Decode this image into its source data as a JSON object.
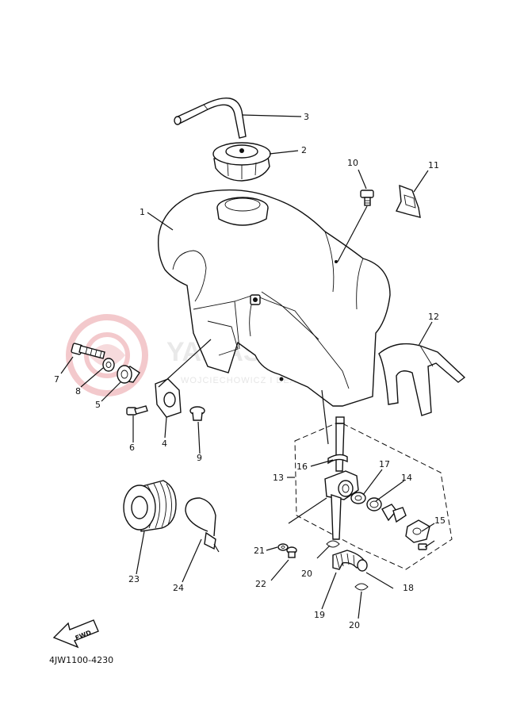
{
  "diagram": {
    "catalog_code": "4JW1100-4230",
    "fwd_label": "FWD",
    "watermark": {
      "main": "YAMASKLEP.PL",
      "sub": "WOJCIECHOWICZ I DEALER YAMAHA"
    },
    "callouts": [
      {
        "id": "c1",
        "label": "1"
      },
      {
        "id": "c2",
        "label": "2"
      },
      {
        "id": "c3",
        "label": "3"
      },
      {
        "id": "c4",
        "label": "4"
      },
      {
        "id": "c5",
        "label": "5"
      },
      {
        "id": "c6",
        "label": "6"
      },
      {
        "id": "c7",
        "label": "7"
      },
      {
        "id": "c8",
        "label": "8"
      },
      {
        "id": "c9",
        "label": "9"
      },
      {
        "id": "c10",
        "label": "10"
      },
      {
        "id": "c11",
        "label": "11"
      },
      {
        "id": "c12",
        "label": "12"
      },
      {
        "id": "c13",
        "label": "13"
      },
      {
        "id": "c14",
        "label": "14"
      },
      {
        "id": "c15",
        "label": "15"
      },
      {
        "id": "c16",
        "label": "16"
      },
      {
        "id": "c17",
        "label": "17"
      },
      {
        "id": "c18",
        "label": "18"
      },
      {
        "id": "c19",
        "label": "19"
      },
      {
        "id": "c20a",
        "label": "20"
      },
      {
        "id": "c20b",
        "label": "20"
      },
      {
        "id": "c21",
        "label": "21"
      },
      {
        "id": "c22",
        "label": "22"
      },
      {
        "id": "c23",
        "label": "23"
      },
      {
        "id": "c24",
        "label": "24"
      }
    ]
  }
}
